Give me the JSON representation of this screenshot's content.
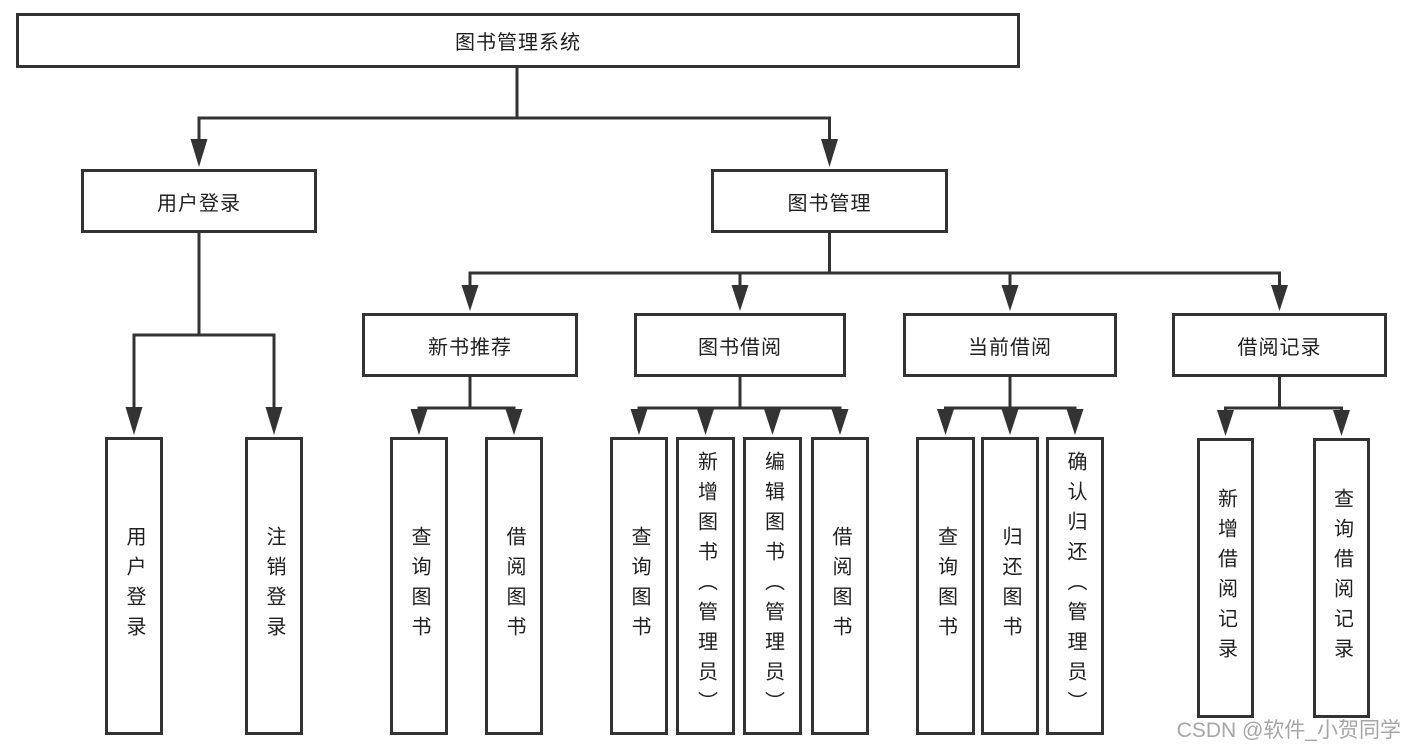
{
  "diagram_type": "hierarchy-tree",
  "tree": {
    "label": "图书管理系统",
    "children": [
      {
        "label": "用户登录",
        "children": [
          {
            "label": "用户登录"
          },
          {
            "label": "注销登录"
          }
        ]
      },
      {
        "label": "图书管理",
        "children": [
          {
            "label": "新书推荐",
            "children": [
              {
                "label": "查询图书"
              },
              {
                "label": "借阅图书"
              }
            ]
          },
          {
            "label": "图书借阅",
            "children": [
              {
                "label": "查询图书"
              },
              {
                "label": "新增图书（管理员）"
              },
              {
                "label": "编辑图书（管理员）"
              },
              {
                "label": "借阅图书"
              }
            ]
          },
          {
            "label": "当前借阅",
            "children": [
              {
                "label": "查询图书"
              },
              {
                "label": "归还图书"
              },
              {
                "label": "确认归还（管理员）"
              }
            ]
          },
          {
            "label": "借阅记录",
            "children": [
              {
                "label": "新增借阅记录"
              },
              {
                "label": "查询借阅记录"
              }
            ]
          }
        ]
      }
    ]
  },
  "watermark": {
    "text": "CSDN @软件_小贺同学"
  },
  "colors": {
    "canvas_background": "#ffffff",
    "box_background": "#ffffff",
    "box_border": "#333333",
    "connector_line": "#333333",
    "text": "#1f1f1f",
    "watermark_text": "#a6a6a6"
  }
}
